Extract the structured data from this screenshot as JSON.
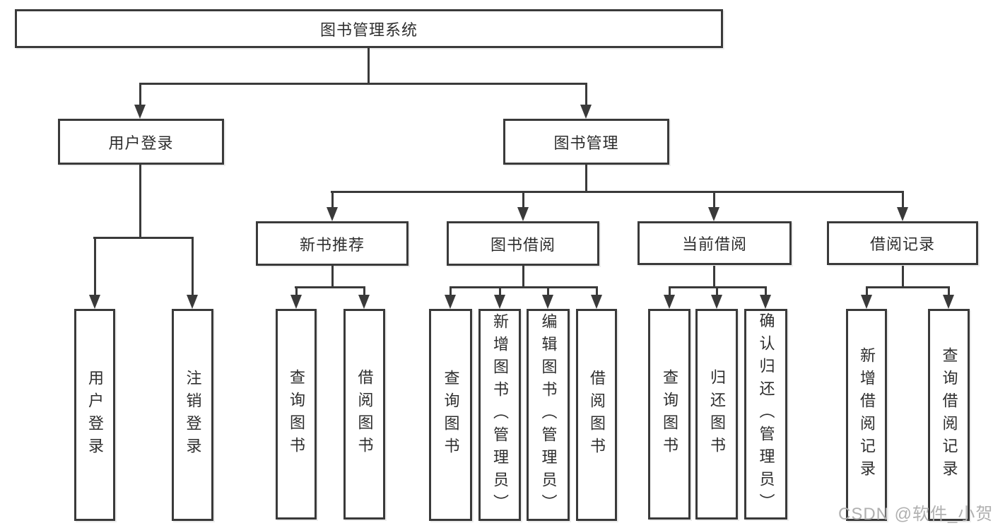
{
  "diagram_type": "hierarchy-tree",
  "colors": {
    "line": "#3a3a3a",
    "box_border": "#3a3a3a",
    "box_fill": "#ffffff",
    "text": "#2e2e2e",
    "watermark": "#b0b0b0"
  },
  "watermark": {
    "text": "CSDN @软件_小贺同学"
  },
  "nodes": {
    "root": {
      "label": "图书管理系统"
    },
    "user_login_group": {
      "label": "用户登录"
    },
    "book_mgmt_group": {
      "label": "图书管理"
    },
    "user_login": {
      "label": "用户登录"
    },
    "logout": {
      "label": "注销登录"
    },
    "new_book_rec": {
      "label": "新书推荐"
    },
    "book_borrow": {
      "label": "图书借阅"
    },
    "current_borrow": {
      "label": "当前借阅"
    },
    "borrow_records": {
      "label": "借阅记录"
    },
    "nbr_query_books": {
      "label": "查询图书"
    },
    "nbr_borrow_books": {
      "label": "借阅图书"
    },
    "bb_query_books": {
      "label": "查询图书"
    },
    "bb_add_books": {
      "label": "新增图书（管理员）"
    },
    "bb_edit_books": {
      "label": "编辑图书（管理员）"
    },
    "bb_borrow_books": {
      "label": "借阅图书"
    },
    "cb_query_books": {
      "label": "查询图书"
    },
    "cb_return_books": {
      "label": "归还图书"
    },
    "cb_confirm_return": {
      "label": "确认归还（管理员）"
    },
    "br_add_record": {
      "label": "新增借阅记录"
    },
    "br_query_record": {
      "label": "查询借阅记录"
    }
  }
}
